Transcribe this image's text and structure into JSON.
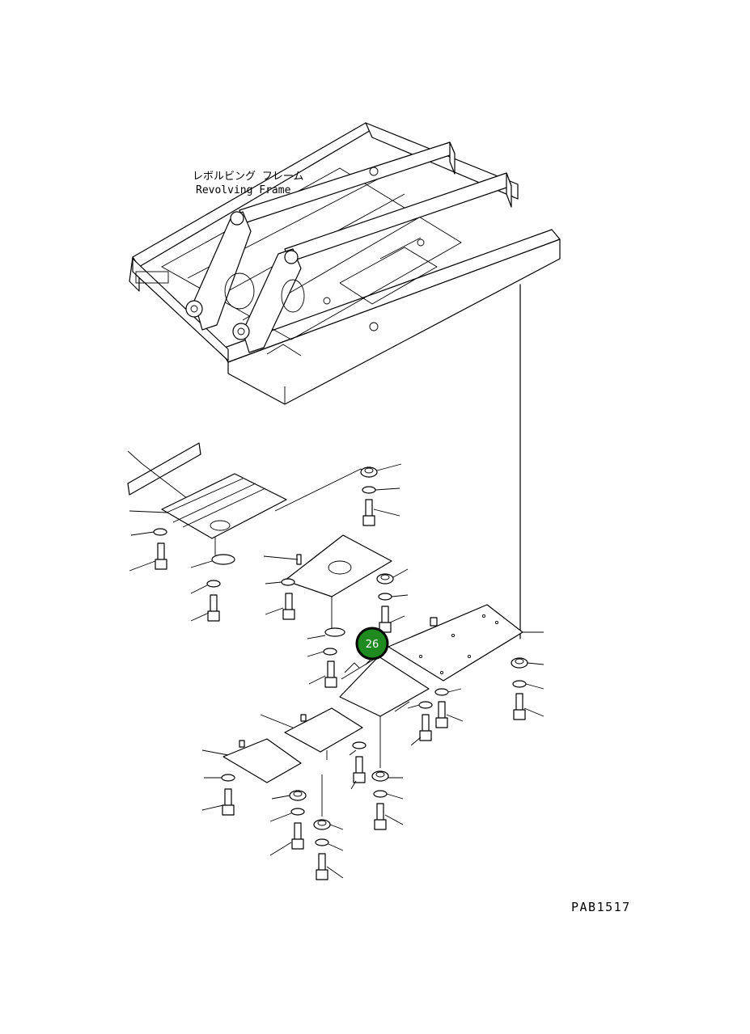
{
  "frame_label": {
    "japanese": "レボルビング フレーム",
    "english": "Revolving Frame"
  },
  "callout": {
    "number": "26",
    "color": "#1f8a1f",
    "ring_color": "#000000"
  },
  "drawing_code": "PAB1517"
}
